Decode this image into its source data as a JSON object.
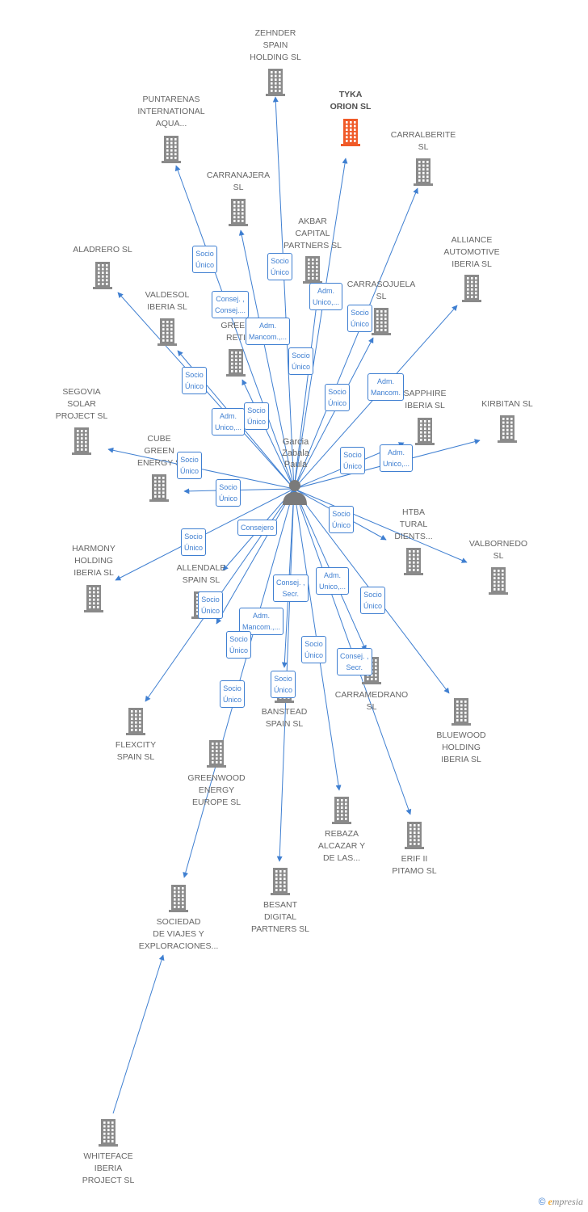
{
  "center": {
    "label": "Garcia\nZabala\nPaula",
    "icon": "person-icon"
  },
  "colors": {
    "edge": "#3f7fd1",
    "building": "#8a8a8a",
    "highlight": "#f05a28"
  },
  "nodes": [
    {
      "id": "zehnder",
      "label": "ZEHNDER\nSPAIN\nHOLDING SL"
    },
    {
      "id": "tyka",
      "label": "TYKA\nORION SL",
      "highlight": true
    },
    {
      "id": "puntarenas",
      "label": "PUNTARENAS\nINTERNATIONAL\nAQUA..."
    },
    {
      "id": "carralberite",
      "label": "CARRALBERITE\nSL"
    },
    {
      "id": "carranajera",
      "label": "CARRANAJERA\nSL"
    },
    {
      "id": "akbar",
      "label": "AKBAR\nCAPITAL\nPARTNERS SL"
    },
    {
      "id": "aladrero",
      "label": "ALADRERO SL"
    },
    {
      "id": "alliance",
      "label": "ALLIANCE\nAUTOMOTIVE\nIBERIA SL"
    },
    {
      "id": "carrasojuela",
      "label": "CARRASOJUELA\nSL"
    },
    {
      "id": "valdesol",
      "label": "VALDESOL\nIBERIA SL"
    },
    {
      "id": "greenretiro",
      "label": "GREEN\nRETI"
    },
    {
      "id": "segovia",
      "label": "SEGOVIA\nSOLAR\nPROJECT SL"
    },
    {
      "id": "sapphire",
      "label": "SAPPHIRE\nIBERIA SL"
    },
    {
      "id": "kirbitan",
      "label": "KIRBITAN SL"
    },
    {
      "id": "cube",
      "label": "CUBE\nGREEN\nENERGY S"
    },
    {
      "id": "htba",
      "label": "HTBA\nTURAL\nDIENTS..."
    },
    {
      "id": "valbornedo",
      "label": "VALBORNEDO\nSL"
    },
    {
      "id": "harmony",
      "label": "HARMONY\nHOLDING\nIBERIA SL"
    },
    {
      "id": "allendale",
      "label": "ALLENDALE\nSPAIN SL"
    },
    {
      "id": "carramedrano",
      "label": "CARRAMEDRANO\nSL"
    },
    {
      "id": "bluewood",
      "label": "BLUEWOOD\nHOLDING\nIBERIA SL"
    },
    {
      "id": "banstead",
      "label": "BANSTEAD\nSPAIN SL"
    },
    {
      "id": "flexcity",
      "label": "FLEXCITY\nSPAIN SL"
    },
    {
      "id": "greenwood",
      "label": "GREENWOOD\nENERGY\nEUROPE SL"
    },
    {
      "id": "rebaza",
      "label": "REBAZA\nALCAZAR Y\nDE LAS..."
    },
    {
      "id": "erif",
      "label": "ERIF II\nPITAMO SL"
    },
    {
      "id": "besant",
      "label": "BESANT\nDIGITAL\nPARTNERS SL"
    },
    {
      "id": "sociedad",
      "label": "SOCIEDAD\nDE VIAJES Y\nEXPLORACIONES..."
    },
    {
      "id": "whiteface",
      "label": "WHITEFACE\nIBERIA\nPROJECT SL"
    }
  ],
  "relations": [
    {
      "text": "Socio\nÚnico"
    },
    {
      "text": "Socio\nÚnico"
    },
    {
      "text": "Adm.\nUnico,..."
    },
    {
      "text": "Consej. ,\nConsej...."
    },
    {
      "text": "Adm.\nMancom.,..."
    },
    {
      "text": "Socio\nÚnico"
    },
    {
      "text": "Socio\nÚnico"
    },
    {
      "text": "Adm.\nUnico,..."
    },
    {
      "text": "Socio\nÚnico"
    },
    {
      "text": "Socio\nÚnico"
    },
    {
      "text": "Adm.\nMancom."
    },
    {
      "text": "Socio\nÚnico"
    },
    {
      "text": "Socio\nÚnico"
    },
    {
      "text": "Adm.\nUnico,..."
    },
    {
      "text": "Socio\nÚnico"
    },
    {
      "text": "Socio\nÚnico"
    },
    {
      "text": "Socio\nÚnico"
    },
    {
      "text": "Socio\nÚnico"
    },
    {
      "text": "Consejero"
    },
    {
      "text": "Consej. ,\nSecr."
    },
    {
      "text": "Adm.\nUnico,..."
    },
    {
      "text": "Socio\nÚnico"
    },
    {
      "text": "Adm.\nMancom.,..."
    },
    {
      "text": "Socio\nÚnico"
    },
    {
      "text": "Socio\nÚnico"
    },
    {
      "text": "Socio\nÚnico"
    },
    {
      "text": "Consej. ,\nSecr."
    },
    {
      "text": "Socio\nÚnico"
    },
    {
      "text": "Socio\nÚnico"
    }
  ],
  "footer": {
    "copyright": "©",
    "brand_initial": "e",
    "brand_rest": "mpresia"
  }
}
